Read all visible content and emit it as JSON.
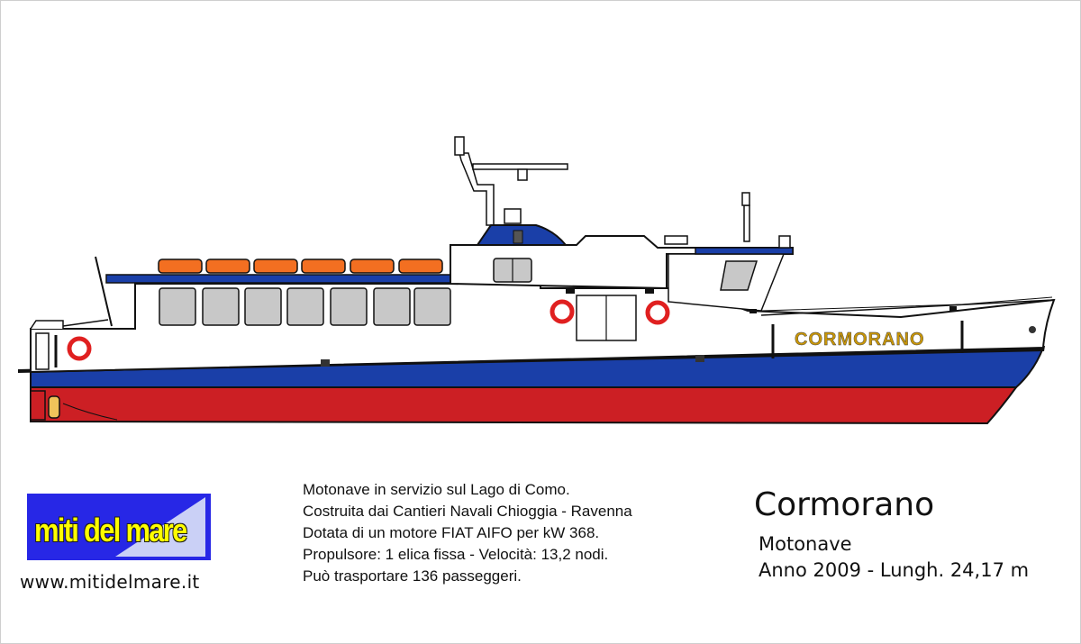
{
  "ship": {
    "hull_name": "CORMORANO"
  },
  "logo": {
    "text": "miti del mare"
  },
  "website": "www.mitidelmare.it",
  "description": {
    "lines": [
      "Motonave in servizio sul Lago di Como.",
      "Costruita dai Cantieri Navali Chioggia - Ravenna",
      "Dotata di un motore FIAT AIFO per kW 368.",
      "Propulsore: 1 elica fissa - Velocità: 13,2 nodi.",
      "Può trasportare 136 passeggeri."
    ]
  },
  "info": {
    "name": "Cormorano",
    "type": "Motonave",
    "specs": "Anno 2009 - Lungh. 24,17 m"
  },
  "colors": {
    "hull_red": "#cc1f24",
    "hull_blue": "#1a3fa8",
    "deck_white": "#ffffff",
    "window_grey": "#c8c8c8",
    "liferaft_orange": "#f36f21",
    "name_gold": "#c8960a",
    "logo_blue": "#2727e6",
    "logo_yellow": "#ffff00"
  }
}
